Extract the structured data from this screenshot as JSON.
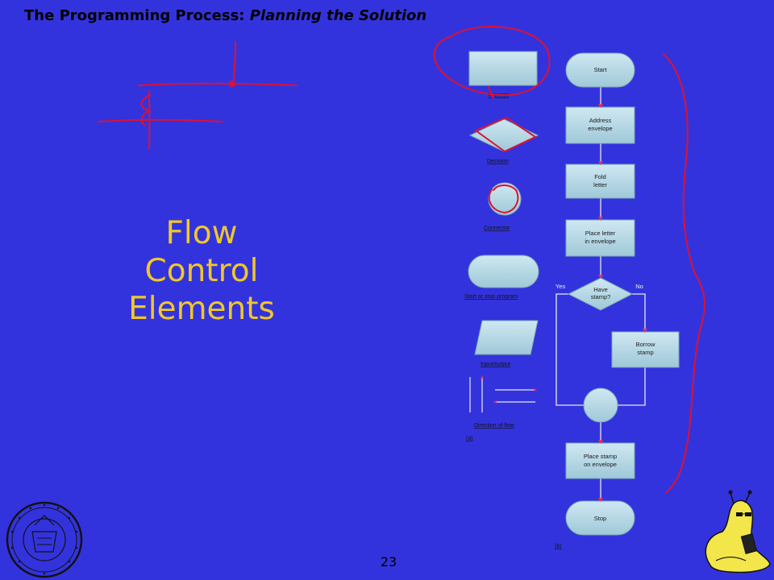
{
  "header": {
    "title": "The Programming Process:",
    "subtitle": "Planning the Solution"
  },
  "heading": {
    "line1": "Flow",
    "line2": "Control",
    "line3": "Elements"
  },
  "legend": {
    "process": "Process",
    "decision": "Decision",
    "connector": "Connector",
    "start_stop": "Start or stop program",
    "input_output": "Input/output",
    "direction_of_flow": "Direction of flow",
    "part_a": "(a)"
  },
  "flowchart": {
    "start": "Start",
    "address_1": "Address",
    "address_2": "envelope",
    "fold_1": "Fold",
    "fold_2": "letter",
    "place_1": "Place letter",
    "place_2": "in envelope",
    "have_1": "Have",
    "have_2": "stamp?",
    "yes": "Yes",
    "no": "No",
    "borrow_1": "Borrow",
    "borrow_2": "stamp",
    "stamp_1": "Place stamp",
    "stamp_2": "on envelope",
    "stop": "Stop",
    "part_b": "(b)"
  },
  "footer": {
    "page_number": "23"
  },
  "colors": {
    "background": "#3333dd",
    "heading": "#f0c72a",
    "shape_fill": "#b8dce8",
    "annotation": "#dd1133"
  }
}
